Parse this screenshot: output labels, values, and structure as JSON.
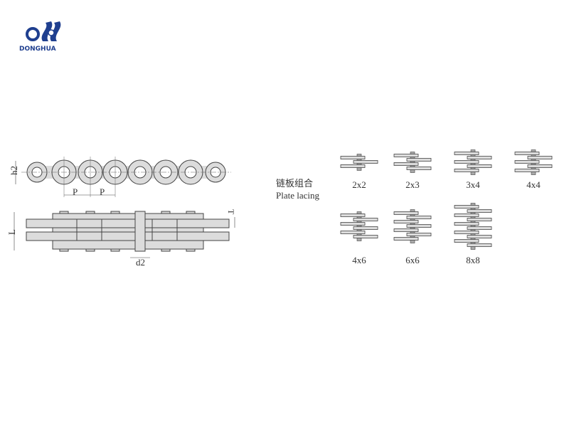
{
  "logo": {
    "text": "DONGHUA",
    "color": "#1f3f8f"
  },
  "side_view": {
    "dim_height": "h2",
    "dim_pitch_1": "P",
    "dim_pitch_2": "P"
  },
  "top_view": {
    "dim_length": "L",
    "dim_thickness": "T",
    "dim_pin": "d2"
  },
  "lacing": {
    "title_cn": "链板组合",
    "title_en": "Plate lacing",
    "items": [
      {
        "label": "2x2",
        "outer": 2,
        "inner": 2
      },
      {
        "label": "2x3",
        "outer": 2,
        "inner": 3
      },
      {
        "label": "3x4",
        "outer": 3,
        "inner": 4
      },
      {
        "label": "4x4",
        "outer": 4,
        "inner": 4
      },
      {
        "label": "4x6",
        "outer": 4,
        "inner": 6
      },
      {
        "label": "6x6",
        "outer": 6,
        "inner": 6
      },
      {
        "label": "8x8",
        "outer": 8,
        "inner": 8
      }
    ]
  },
  "colors": {
    "plate": "#dcdcdc",
    "stroke": "#444444"
  }
}
